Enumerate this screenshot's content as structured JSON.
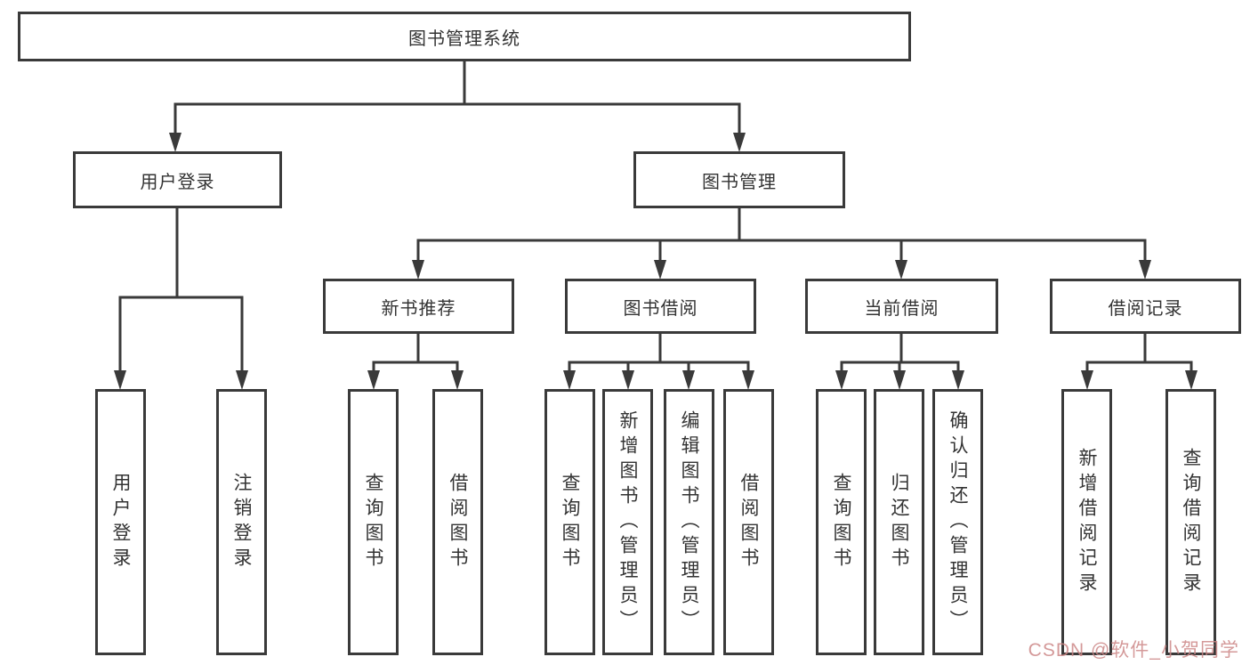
{
  "tree": {
    "label": "图书管理系统",
    "children": [
      {
        "label": "用户登录",
        "children": [
          {
            "label": "用户登录"
          },
          {
            "label": "注销登录"
          }
        ]
      },
      {
        "label": "图书管理",
        "children": [
          {
            "label": "新书推荐",
            "children": [
              {
                "label": "查询图书"
              },
              {
                "label": "借阅图书"
              }
            ]
          },
          {
            "label": "图书借阅",
            "children": [
              {
                "label": "查询图书"
              },
              {
                "label": "新增图书（管理员）"
              },
              {
                "label": "编辑图书（管理员）"
              },
              {
                "label": "借阅图书"
              }
            ]
          },
          {
            "label": "当前借阅",
            "children": [
              {
                "label": "查询图书"
              },
              {
                "label": "归还图书"
              },
              {
                "label": "确认归还（管理员）"
              }
            ]
          },
          {
            "label": "借阅记录",
            "children": [
              {
                "label": "新增借阅记录"
              },
              {
                "label": "查询借阅记录"
              }
            ]
          }
        ]
      }
    ]
  },
  "watermark": "CSDN @软件_小贺同学",
  "colors": {
    "line": "#3a3a3a",
    "text": "#333333",
    "watermark": "#cd8787",
    "background": "#ffffff"
  }
}
